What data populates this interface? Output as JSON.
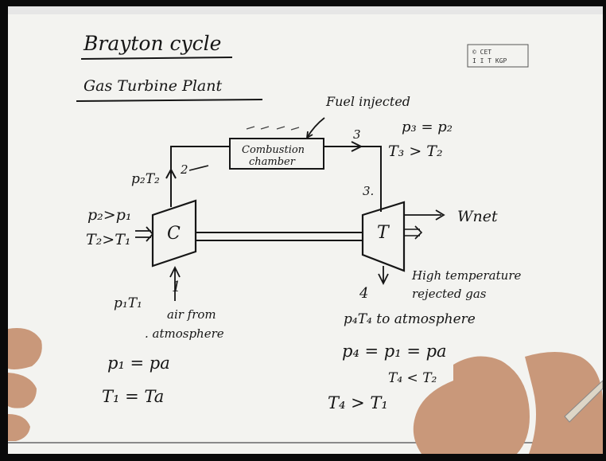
{
  "title": "Brayton cycle",
  "subtitle": "Gas Turbine Plant",
  "logo": {
    "line1": "© CET",
    "line2": "I I T KGP"
  },
  "fuel_label": "Fuel injected",
  "combustion_chamber": {
    "line1": "Combustion",
    "line2": "chamber"
  },
  "compressor_label": "C",
  "turbine_label": "T",
  "states": {
    "s1": "1",
    "s2": "2",
    "s3_top": "3",
    "s3_side": "3.",
    "s4": "4"
  },
  "conditions_left": {
    "p2_gt_p1": "p₂>p₁",
    "t2_gt_t1": "T₂>T₁",
    "p2t2": "p₂T₂",
    "p1t1": "p₁T₁",
    "air_from_1": "air from",
    "air_from_2": ". atmosphere",
    "p1_eq_pa": "p₁ = pa",
    "t1_eq_ta": "T₁ = Ta"
  },
  "conditions_right": {
    "p3_eq_p2": "p₃ = p₂",
    "t3_gt_t2": "T₃ > T₂",
    "wnet": "Wnet",
    "hot_gas_1": "High temperature",
    "hot_gas_2": "rejected gas",
    "p4t4_to_atm": "p₄T₄ to atmosphere",
    "p4_eq": "p₄ = p₁ = pa",
    "t4_lt_t2": "T₄ < T₂",
    "t4_gt_t1": "T₄ > T₁"
  }
}
